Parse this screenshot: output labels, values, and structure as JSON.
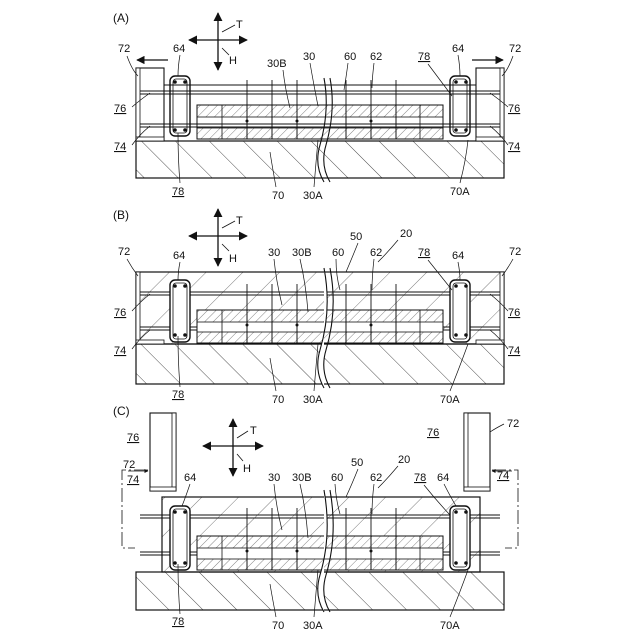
{
  "panels": [
    {
      "id": "A",
      "label": "(A)",
      "axis": {
        "t": "T",
        "h": "H"
      },
      "refs": {
        "r72": "72",
        "r64": "64",
        "r30b": "30B",
        "r30": "30",
        "r60": "60",
        "r62": "62",
        "r78": "78",
        "r76": "76",
        "r74": "74",
        "r70": "70",
        "r30a": "30A",
        "r70a": "70A"
      }
    },
    {
      "id": "B",
      "label": "(B)",
      "axis": {
        "t": "T",
        "h": "H"
      },
      "refs": {
        "r72": "72",
        "r64": "64",
        "r30": "30",
        "r30b": "30B",
        "r50": "50",
        "r20": "20",
        "r60": "60",
        "r62": "62",
        "r78": "78",
        "r76": "76",
        "r74": "74",
        "r70": "70",
        "r30a": "30A",
        "r70a": "70A"
      }
    },
    {
      "id": "C",
      "label": "(C)",
      "axis": {
        "t": "T",
        "h": "H"
      },
      "refs": {
        "r72": "72",
        "r76": "76",
        "r74": "74",
        "r64": "64",
        "r30": "30",
        "r30b": "30B",
        "r60": "60",
        "r50": "50",
        "r20": "20",
        "r62": "62",
        "r78": "78",
        "r70": "70",
        "r30a": "30A",
        "r70a": "70A"
      }
    }
  ]
}
